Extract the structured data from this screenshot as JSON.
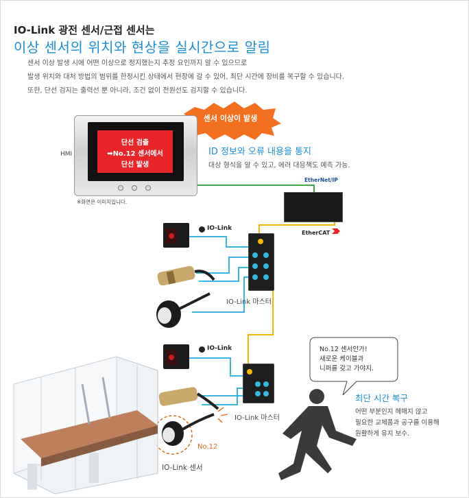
{
  "heading": {
    "small": "IO-Link 광전 센서/근접 센서는",
    "main": "이상 센서의 위치와 현상을 실시간으로 알림"
  },
  "intro": [
    "센서 이상 발생 시에 어떤 이상으로 정지했는지 추정 요인까지 알 수 있으므로",
    "발생 위치와 대처 방법의 범위를 한정시킨 상태에서 현장에 갈 수 있어, 최단 시간에 장비를 복구할 수 있습니다.",
    "또한, 단선 검지는 출력선 뿐 아니라, 조건 없이 전원선도 검지할 수 있습니다."
  ],
  "hmi": {
    "label": "HMI",
    "note": "※화면은 이미지입니다.",
    "alert": [
      "단선 검출",
      "➡No.12 센서에서",
      "단선 발생"
    ]
  },
  "burst": {
    "label": "센서 이상이 발생"
  },
  "notify": {
    "title": "ID 정보와 오류 내용을 통지",
    "text": "대상 형식을 알 수 있고, 에러 대응책도 예측 가능."
  },
  "network": {
    "ethernetip": "EtherNet/IP",
    "ethercat": "EtherCAT"
  },
  "iolink": {
    "logo": "IO-Link",
    "master_label_top": "IO-Link 마스터",
    "master_label_bottom": "IO-Link 마스터",
    "sensor_label": "IO-Link 센서",
    "faulty_sensor_number": "No.12"
  },
  "bubble": {
    "lines": [
      "No.12 센서인가!",
      "새로운 케이블과",
      "니퍼를 갖고 가야지."
    ]
  },
  "restore": {
    "title": "최단 시간 복구",
    "lines": [
      "어떤 부분인지 헤매지 않고",
      "필요한 교체품과 공구를 이용해",
      "원활하게 유지 보수."
    ]
  },
  "colors": {
    "accent_blue": "#1c8fd6",
    "cable_yellow": "#f5b800",
    "cable_cyan": "#37b7df",
    "cable_green": "#3aa64a",
    "alert_red": "#e8262a",
    "burst_orange": "#f37021",
    "fault_orange": "#e36b14"
  }
}
